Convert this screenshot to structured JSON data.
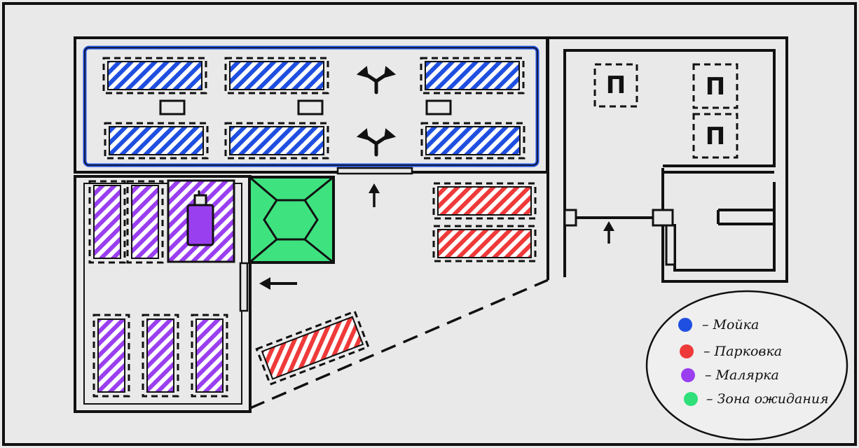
{
  "legend": {
    "items": [
      {
        "label": "– Мойка",
        "color": "#1f4fe0"
      },
      {
        "label": "– Парковка",
        "color": "#ef3a3a"
      },
      {
        "label": "– Малярка",
        "color": "#9a3ff0"
      },
      {
        "label": "– Зона ожидания",
        "color": "#2fe07a"
      }
    ]
  },
  "colors": {
    "wash": "#1f4fe0",
    "parking": "#ef3a3a",
    "paint": "#9a3ff0",
    "waiting": "#3ee27f",
    "outline": "#111111"
  },
  "icons": {
    "toilet_glyph": "П"
  }
}
